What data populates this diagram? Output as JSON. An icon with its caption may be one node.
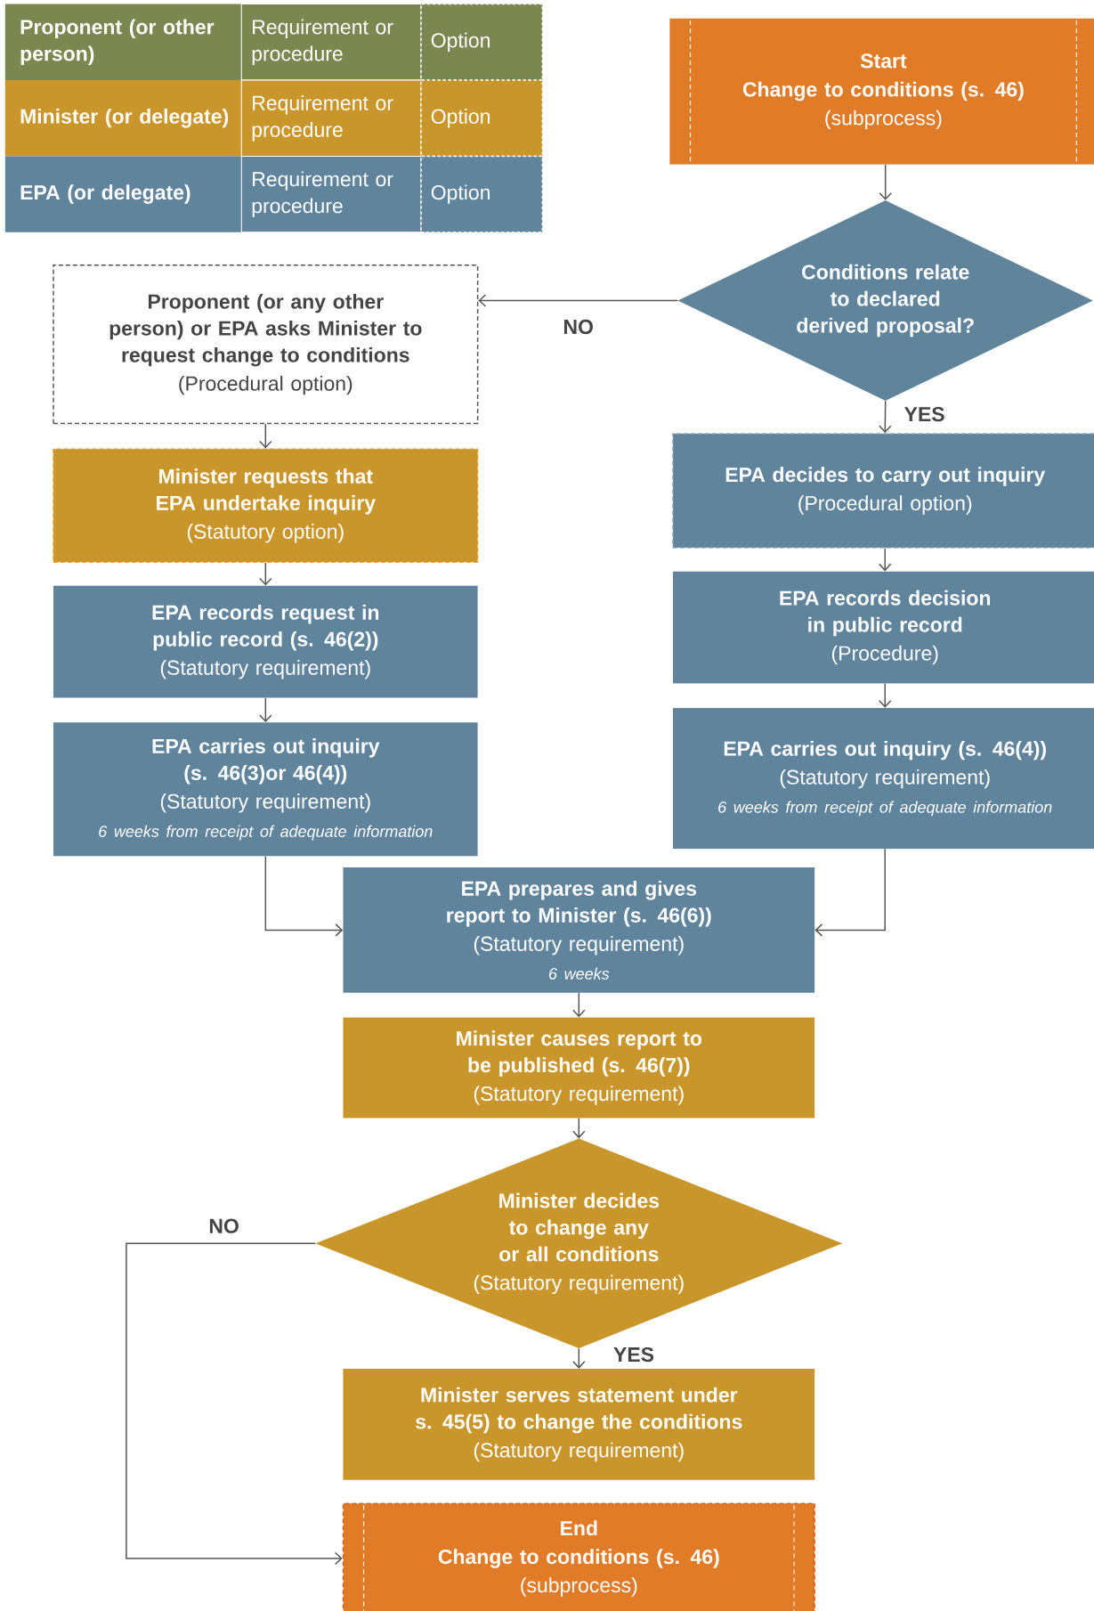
{
  "diagram": {
    "nodes": [
      {
        "text": [
          "Start",
          "Change to conditions (s. 46)",
          "(subprocess)"
        ]
      },
      {
        "text": [
          "Conditions relate to declared derived proposal?"
        ]
      },
      {
        "text": [
          "Proponent (or any other person) or EPA asks Minister to request change to conditions",
          "(Procedural option)"
        ]
      },
      {
        "text": [
          "Minister requests that EPA undertake inquiry",
          "(Statutory option)"
        ]
      },
      {
        "text": [
          "EPA records request in public record (s. 46(2))",
          "(Statutory requirement)"
        ]
      },
      {
        "text": [
          "EPA carries out inquiry (s. 46(3)or 46(4))",
          "(Statutory requirement)",
          "6 weeks from receipt of adequate information"
        ]
      },
      {
        "text": [
          "EPA decides to carry out inquiry",
          "(Procedural option)"
        ]
      },
      {
        "text": [
          "EPA records decision in public record",
          "(Procedure)"
        ]
      },
      {
        "text": [
          "EPA carries out inquiry (s. 46(4))",
          "(Statutory requirement)",
          "6 weeks from receipt of adequate information"
        ]
      },
      {
        "text": [
          "EPA prepares and gives report to Minister (s. 46(6))",
          "(Statutory requirement)",
          "6 weeks"
        ]
      },
      {
        "text": [
          "Minister causes report to be published (s. 46(7))",
          "(Statutory requirement)"
        ]
      },
      {
        "text": [
          "Minister decides to change any or all conditions",
          "(Statutory requirement)"
        ]
      },
      {
        "text": [
          "Minister serves statement under s. 45(5) to change the conditions",
          "(Statutory requirement)"
        ]
      },
      {
        "text": [
          "End",
          "Change to conditions (s. 46)",
          "(subprocess)"
        ]
      }
    ],
    "edges": [
      {
        "from": 0,
        "to": 1,
        "arrow": "to"
      },
      {
        "from": 1,
        "to": 2,
        "arrow": "to",
        "label": "NO"
      },
      {
        "from": 1,
        "to": 6,
        "arrow": "to",
        "label": "YES"
      },
      {
        "from": 2,
        "to": 3,
        "arrow": "to"
      },
      {
        "from": 3,
        "to": 4,
        "arrow": "to"
      },
      {
        "from": 4,
        "to": 5,
        "arrow": "to"
      },
      {
        "from": 6,
        "to": 7,
        "arrow": "to"
      },
      {
        "from": 7,
        "to": 8,
        "arrow": "to"
      },
      {
        "from": 5,
        "to": 9,
        "arrow": "to"
      },
      {
        "from": 8,
        "to": 9,
        "arrow": "to"
      },
      {
        "from": 9,
        "to": 10,
        "arrow": "to"
      },
      {
        "from": 10,
        "to": 11,
        "arrow": "to"
      },
      {
        "from": 11,
        "to": 12,
        "arrow": "to",
        "label": "YES"
      },
      {
        "from": 11,
        "to": 13,
        "arrow": "to",
        "label": "NO"
      }
    ],
    "labels": [
      "Requirement or procedure",
      "Option",
      "Requirement or procedure",
      "Option",
      "Requirement or procedure",
      "Option"
    ],
    "legend": [
      {
        "text": "Proponent (or other person)",
        "color": "#7b8751"
      },
      {
        "text": "Minister (or delegate)",
        "color": "#c9962b"
      },
      {
        "text": "EPA (or delegate)",
        "color": "#61849d"
      }
    ]
  }
}
